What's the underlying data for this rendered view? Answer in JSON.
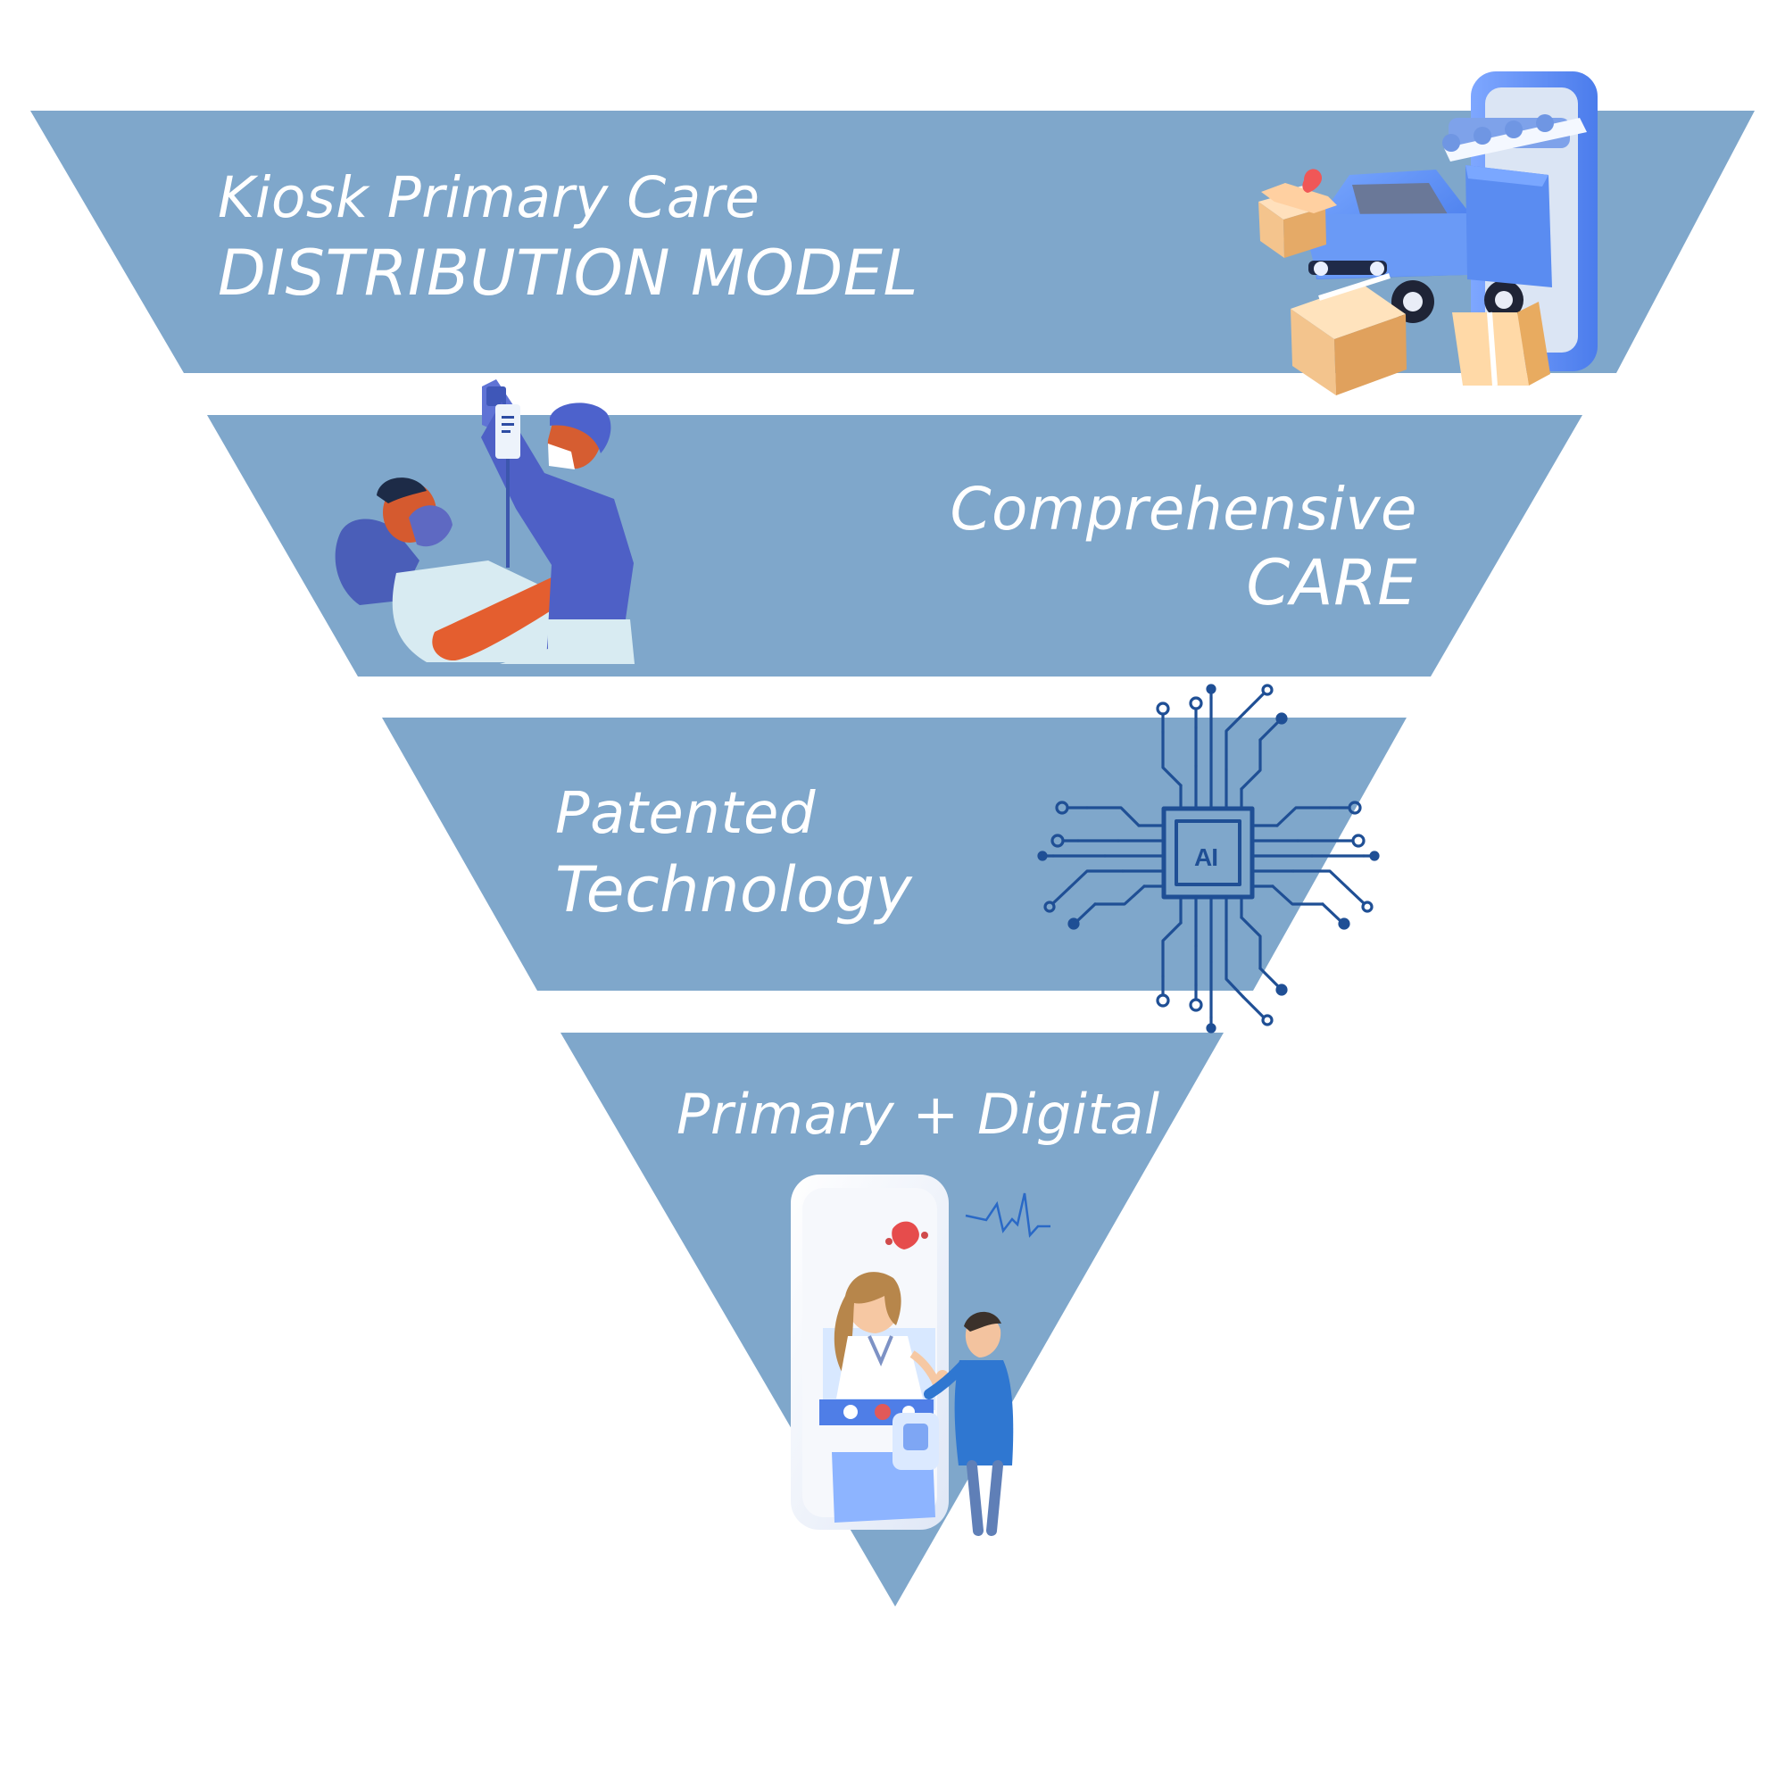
{
  "colors": {
    "background": "#ffffff",
    "band_fill": "#7fa7cb",
    "text": "#ffffff",
    "circuit": "#1f4f95"
  },
  "layers": [
    {
      "line1": "Kiosk Primary Care",
      "line2": "DISTRIBUTION MODEL",
      "icon": "delivery-truck-phone-icon"
    },
    {
      "line1": "Comprehensive",
      "line2": "CARE",
      "icon": "patient-care-illustration-icon"
    },
    {
      "line1": "Patented",
      "line2": "Technology",
      "icon": "ai-chip-icon",
      "chip_label": "AI"
    },
    {
      "line1": "Primary + Digital",
      "icon": "digital-doctor-phone-icon"
    }
  ]
}
